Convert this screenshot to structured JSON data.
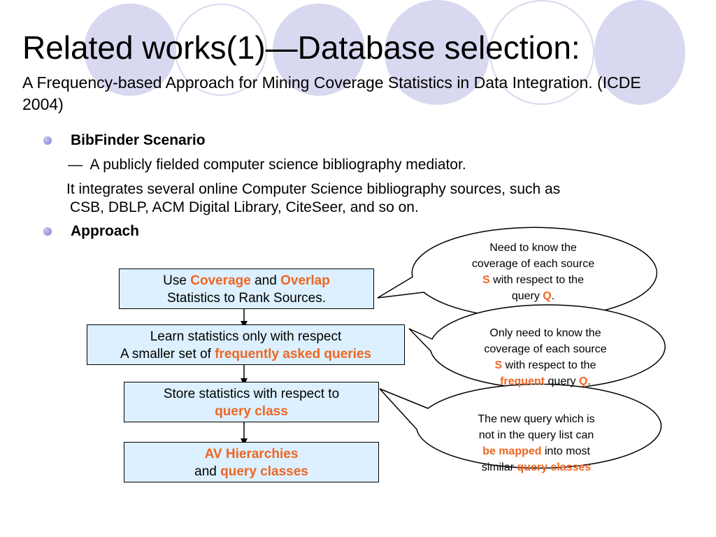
{
  "header": {
    "title": "Related works(1)—Database selection:",
    "subtitle": "A Frequency-based Approach for Mining Coverage Statistics in Data Integration. (ICDE 2004)"
  },
  "bullets": {
    "bibfinder": {
      "label": "BibFinder Scenario",
      "dash": "—",
      "line1": "A publicly fielded computer science bibliography mediator.",
      "line2a": "It integrates several online Computer Science bibliography sources, such as",
      "line2b": "CSB, DBLP, ACM Digital Library, CiteSeer, and so on."
    },
    "approach": {
      "label": "Approach"
    }
  },
  "flow": {
    "box1": {
      "p1": "Use ",
      "h1": "Coverage",
      "p2": " and ",
      "h2": "Overlap",
      "line2": "Statistics to Rank Sources."
    },
    "box2": {
      "line1": "Learn statistics only with respect",
      "p1": "A smaller set of ",
      "h1": "frequently asked queries"
    },
    "box3": {
      "line1": "Store statistics with respect to",
      "h1": "query class"
    },
    "box4": {
      "h1": "AV Hierarchies",
      "p1": "and ",
      "h2": "query classes"
    }
  },
  "callouts": {
    "c1": {
      "l1": "Need to know the",
      "l2": "coverage of each source",
      "s": "S",
      "l3": " with respect to the",
      "l4": "query ",
      "q": "Q",
      "end": "."
    },
    "c2": {
      "l1": "Only need to know the",
      "l2": "coverage of each source",
      "s": "S",
      "l3": " with respect to the",
      "f": "frequent",
      "l4": " query ",
      "q": "Q",
      "end": "."
    },
    "c3": {
      "l1": "The new query which is",
      "l2": "not in the query list can",
      "bm": "be mapped",
      "l3": " into most",
      "l4": "similar ",
      "qc": "query classes"
    }
  },
  "colors": {
    "highlight": "#ee6622",
    "box_fill": "#dcf0ff",
    "decor": "#d8d8f0",
    "bullet": "#7a7ad0"
  }
}
